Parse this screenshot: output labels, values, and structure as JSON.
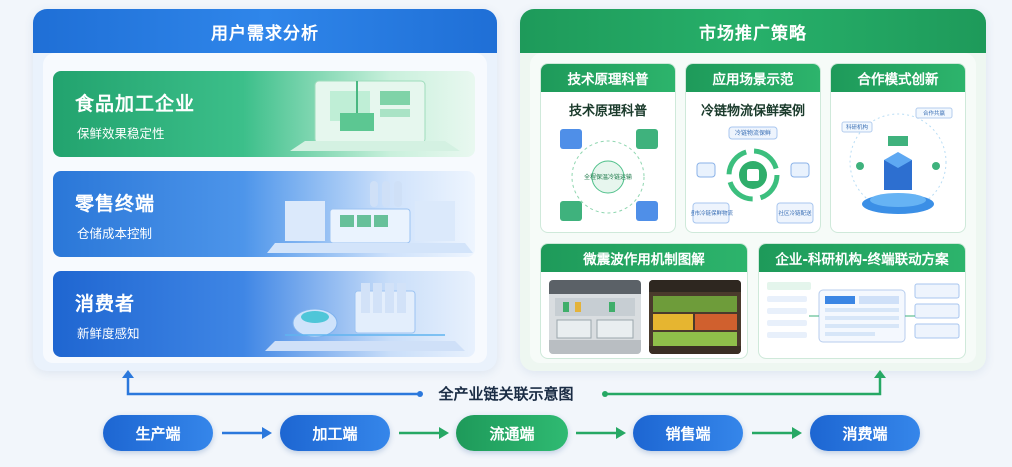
{
  "left_panel": {
    "title": "用户需求分析",
    "cards": [
      {
        "title": "食品加工企业",
        "subtitle": "保鲜效果稳定性"
      },
      {
        "title": "零售终端",
        "subtitle": "仓储成本控制"
      },
      {
        "title": "消费者",
        "subtitle": "新鲜度感知"
      }
    ]
  },
  "right_panel": {
    "title": "市场推广策略",
    "cards": [
      {
        "title": "技术原理科普",
        "caption": "技术原理科普",
        "center_label": "全程保温冷链运输"
      },
      {
        "title": "应用场景示范",
        "caption": "冷链物流保鲜案例",
        "top_label": "冷链物流保鲜",
        "left_label": "超市冷链保鲜物流",
        "right_label": "社区冷链配送"
      },
      {
        "title": "合作模式创新",
        "top_label": "合作共赢",
        "left_label": "科研机构"
      },
      {
        "title": "微震波作用机制图解"
      },
      {
        "title": "企业-科研机构-终端联动方案"
      }
    ]
  },
  "chain": {
    "title": "全产业链关联示意图",
    "nodes": [
      "生产端",
      "加工端",
      "流通端",
      "销售端",
      "消费端"
    ]
  },
  "colors": {
    "blue": "#1f6fd6",
    "green": "#1e9a5a",
    "background": "#f2f6fb"
  }
}
